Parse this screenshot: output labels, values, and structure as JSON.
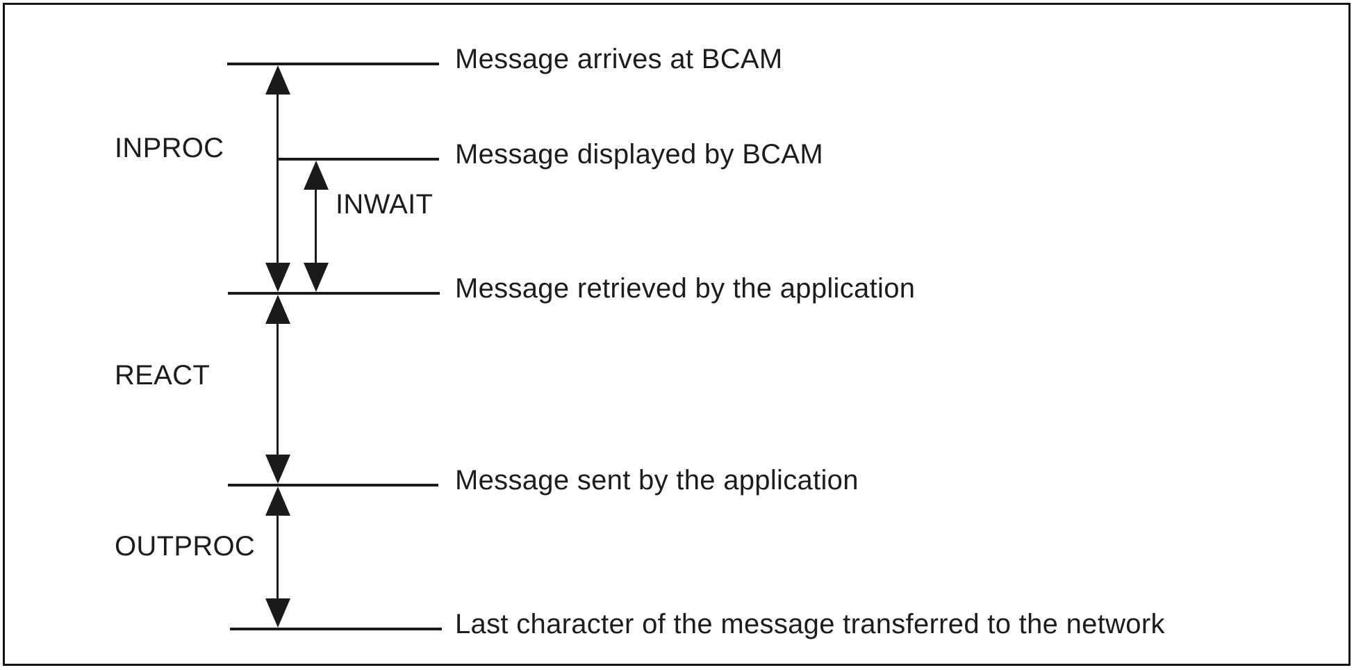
{
  "figure": {
    "background": "#ffffff",
    "line_color": "#1a1a1a",
    "text_color": "#1c1c1c"
  },
  "events": [
    {
      "label": "Message arrives at BCAM"
    },
    {
      "label": "Message displayed by BCAM"
    },
    {
      "label": "Message retrieved by the application"
    },
    {
      "label": "Message sent by the application"
    },
    {
      "label": "Last character of the message transferred to the network"
    }
  ],
  "intervals": [
    {
      "label": "INPROC",
      "from": "Message arrives at BCAM",
      "to": "Message retrieved by the application"
    },
    {
      "label": "INWAIT",
      "from": "Message displayed by BCAM",
      "to": "Message retrieved by the application"
    },
    {
      "label": "REACT",
      "from": "Message retrieved by the application",
      "to": "Message sent by the application"
    },
    {
      "label": "OUTPROC",
      "from": "Message sent by the application",
      "to": "Last character of the message transferred to the network"
    }
  ]
}
